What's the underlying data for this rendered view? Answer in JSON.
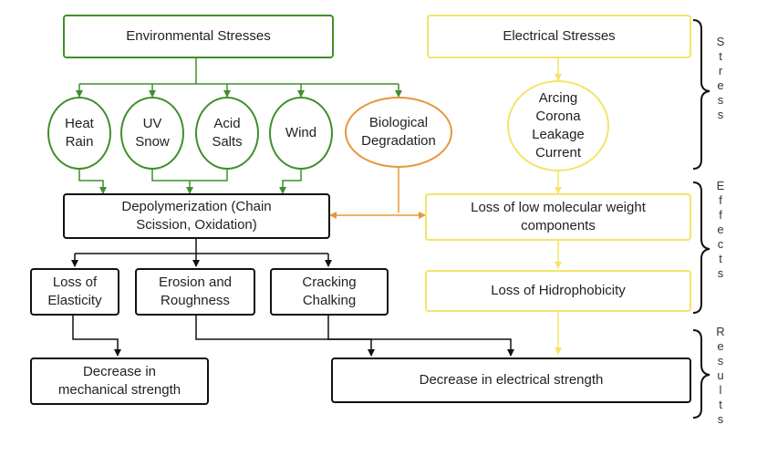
{
  "colors": {
    "environmental": "#3f8f2b",
    "electrical": "#f5e36b",
    "biological": "#e8953a",
    "result": "#111111"
  },
  "nodes": {
    "environmental_stresses": "Environmental Stresses",
    "electrical_stresses": "Electrical Stresses",
    "heat_rain": "Heat\nRain",
    "uv_snow": "UV\nSnow",
    "acid_salts": "Acid\nSalts",
    "wind": "Wind",
    "biological_degradation": "Biological\nDegradation",
    "arcing": "Arcing\nCorona\nLeakage\nCurrent",
    "depolymerization": "Depolymerization (Chain\nScission, Oxidation)",
    "loss_low_molecular": "Loss of low molecular weight\ncomponents",
    "loss_elasticity": "Loss of\nElasticity",
    "erosion": "Erosion and\nRoughness",
    "cracking": "Cracking\nChalking",
    "loss_hidrophobicity": "Loss of Hidrophobicity",
    "decrease_mechanical": "Decrease in\nmechanical strength",
    "decrease_electrical": "Decrease in electrical strength"
  },
  "side_labels": {
    "stress": "S\nt\nr\ne\ns\ns",
    "effects": "E\nf\nf\ne\nc\nt\ns",
    "results": "R\ne\ns\nu\nl\nt\ns"
  }
}
